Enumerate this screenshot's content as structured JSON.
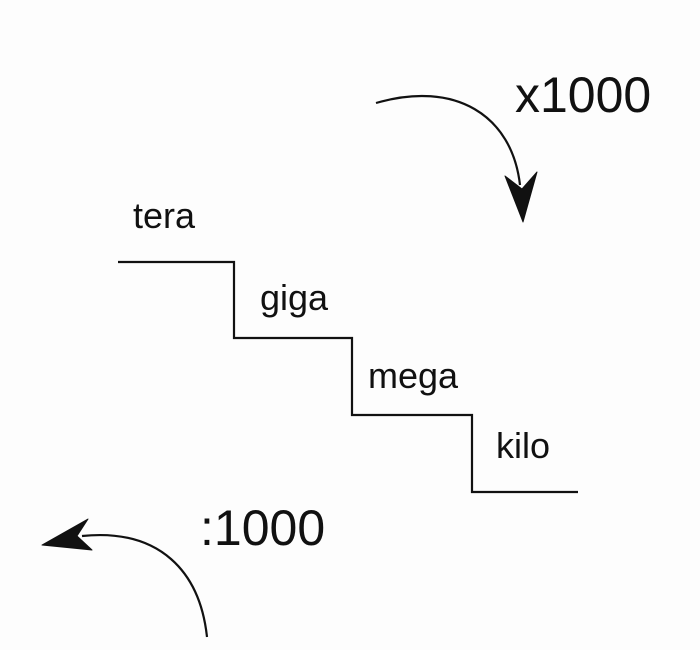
{
  "steps": [
    {
      "label": "tera"
    },
    {
      "label": "giga"
    },
    {
      "label": "mega"
    },
    {
      "label": "kilo"
    }
  ],
  "multiply": {
    "label": "x1000"
  },
  "divide": {
    "label": ":1000"
  },
  "colors": {
    "line": "#111111",
    "background": "#fdfdfd"
  }
}
